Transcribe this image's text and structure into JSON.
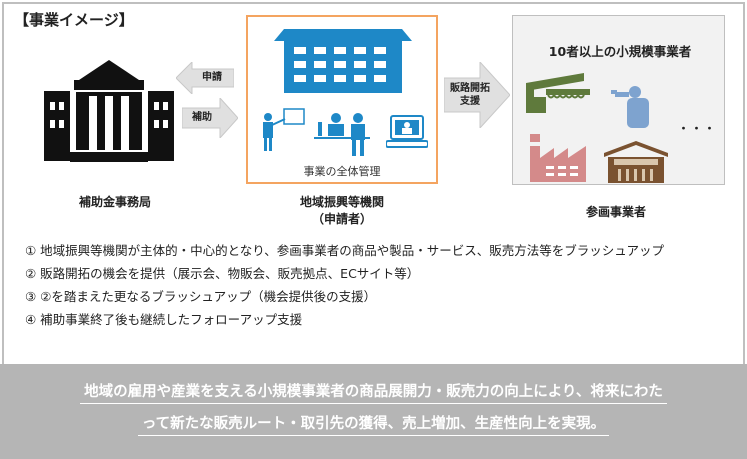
{
  "title": "【事業イメージ】",
  "office": {
    "label": "補助金事務局"
  },
  "arrows": {
    "apply": "申請",
    "subsidy": "補助",
    "sales_support_1": "販路開拓",
    "sales_support_2": "支援"
  },
  "org": {
    "caption": "事業の全体管理",
    "label_1": "地域振興等機関",
    "label_2": "（申請者）"
  },
  "participants": {
    "box_title": "10者以上の小規模事業者",
    "ellipsis": "・・・",
    "label": "参画事業者"
  },
  "list": [
    "①  地域振興等機関が主体的・中心的となり、参画事業者の商品や製品・サービス、販売方法等をブラッシュアップ",
    "②  販路開拓の機会を提供（展示会、物販会、販売拠点、ECサイト等）",
    "③  ②を踏まえた更なるブラッシュアップ（機会提供後の支援）",
    "④  補助事業終了後も継続したフォローアップ支援"
  ],
  "summary": {
    "line_1": "地域の雇用や産業を支える小規模事業者の商品展開力・販売力の向上により、将来にわた",
    "line_2": "って新たな販売ルート・取引先の獲得、売上増加、生産性向上を実現。"
  },
  "colors": {
    "org_border": "#f4a460",
    "blue": "#1e88c7",
    "green": "#5f7a3c",
    "steel": "#7ea3cf",
    "pink": "#d48a8a",
    "brown": "#7a5230",
    "band": "#b5b5b5"
  }
}
